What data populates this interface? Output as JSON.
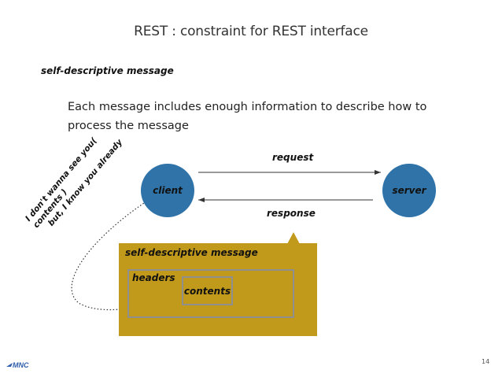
{
  "slide": {
    "title": "REST : constraint for REST interface",
    "section_title": "self-descriptive message",
    "description": "Each message includes enough information to describe how to process the message",
    "page_number": "14"
  },
  "diagram": {
    "client_label": "client",
    "server_label": "server",
    "request_label": "request",
    "response_label": "response",
    "callout": {
      "title": "self-descriptive message",
      "headers_label": "headers",
      "contents_label": "contents"
    },
    "annotation": {
      "line1": "I don't wanna see you( contents )",
      "line2": "but, I know you already"
    },
    "colors": {
      "node_fill": "#2f73a8",
      "callout_fill": "#c29a1b",
      "box_border": "#8f8f8f",
      "logo_blue": "#2f5fa8"
    }
  },
  "logo": {
    "text": "MNC",
    "icon": "mnc-logo-icon"
  }
}
